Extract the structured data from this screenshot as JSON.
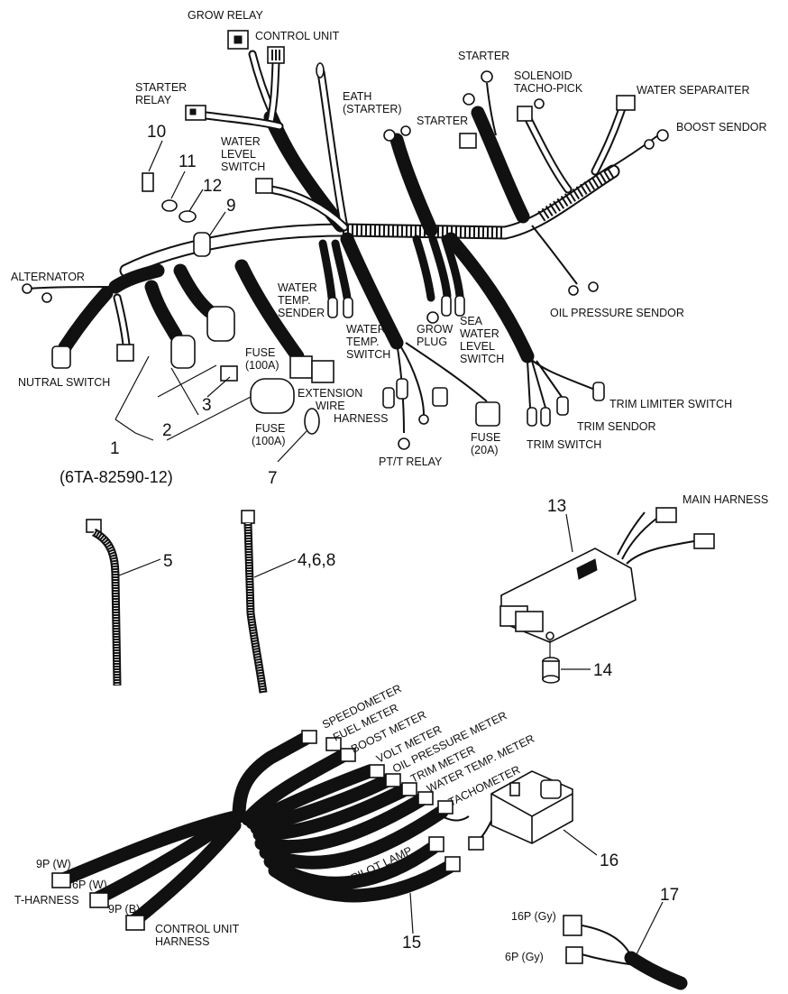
{
  "part_code": "(6TA-82590-12)",
  "labels": {
    "grow_relay": "GROW RELAY",
    "control_unit": "CONTROL UNIT",
    "starter_relay_1": "STARTER",
    "starter_relay_2": "RELAY",
    "eath_1": "EATH",
    "eath_2": "(STARTER)",
    "starter_top": "STARTER",
    "solenoid": "SOLENOID",
    "tacho_pick": "TACHO-PICK",
    "water_separaiter": "WATER SEPARAITER",
    "starter_mid": "STARTER",
    "boost_sendor": "BOOST SENDOR",
    "water_level_1": "WATER",
    "water_level_2": "LEVEL",
    "water_level_3": "SWITCH",
    "alternator": "ALTERNATOR",
    "water_temp_sender_1": "WATER",
    "water_temp_sender_2": "TEMP.",
    "water_temp_sender_3": "SENDER",
    "oil_pressure_sendor": "OIL PRESSURE SENDOR",
    "water_temp_switch_1": "WATER",
    "water_temp_switch_2": "TEMP.",
    "water_temp_switch_3": "SWITCH",
    "grow_plug_1": "GROW",
    "grow_plug_2": "PLUG",
    "sea_water_1": "SEA",
    "sea_water_2": "WATER",
    "sea_water_3": "LEVEL",
    "sea_water_4": "SWITCH",
    "fuse_100a_1a": "FUSE",
    "fuse_100a_1b": "(100A)",
    "nutral_switch": "NUTRAL SWITCH",
    "extension_1": "EXTENSION",
    "extension_2": "WIRE",
    "extension_3": "HARNESS",
    "fuse_100a_2a": "FUSE",
    "fuse_100a_2b": "(100A)",
    "trim_limiter_switch": "TRIM LIMITER SWITCH",
    "trim_sendor": "TRIM SENDOR",
    "trim_switch": "TRIM SWITCH",
    "fuse_20a_1": "FUSE",
    "fuse_20a_2": "(20A)",
    "pt_t_relay": "PT/T RELAY",
    "main_harness": "MAIN HARNESS",
    "speedometer": "SPEEDOMETER",
    "fuel_meter": "FUEL METER",
    "boost_meter": "BOOST METER",
    "volt_meter": "VOLT METER",
    "oil_pressure_meter": "OIL PRESSURE METER",
    "trim_meter": "TRIM METER",
    "water_temp_meter": "WATER TEMP. METER",
    "tachometer": "TACHOMETER",
    "pilot_lamp": "PILOT LAMP",
    "nine_p_w": "9P (W)",
    "six_p_w": "6P (W)",
    "t_harness": "T-HARNESS",
    "nine_p_b": "9P (B)",
    "control_unit_harness_1": "CONTROL UNIT",
    "control_unit_harness_2": "HARNESS",
    "sixteen_p_gy": "16P (Gy)",
    "six_p_gy": "6P (Gy)"
  },
  "callouts": {
    "n1": "1",
    "n2": "2",
    "n3": "3",
    "n4_6_8": "4,6,8",
    "n5": "5",
    "n7": "7",
    "n9": "9",
    "n10": "10",
    "n11": "11",
    "n12": "12",
    "n13": "13",
    "n14": "14",
    "n15": "15",
    "n16": "16",
    "n17": "17"
  },
  "colors": {
    "ink": "#111111",
    "paper": "#ffffff"
  }
}
